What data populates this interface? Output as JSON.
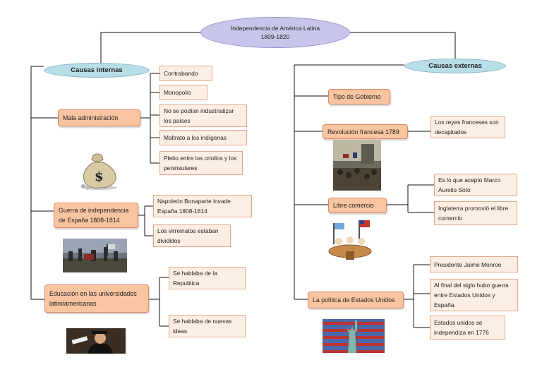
{
  "title": {
    "line1": "Independencia de América Latina",
    "line2": "1809-1820"
  },
  "internal": {
    "label": "Causas internas",
    "categories": [
      {
        "label": "Mala administración",
        "items": [
          "Contrabando",
          "Monopolio",
          "No se podían industrializar los países",
          "Maltrato a los indígenas",
          "Pleito entre los criollos y los peninsulares"
        ]
      },
      {
        "label": "Guerra de independencia de España 1808-1814",
        "items": [
          "Napoleón Bonaparte invade España 1808-1814",
          "Los virreinatos estaban divididos"
        ]
      },
      {
        "label": "Educación en las universidades latinoamericanas",
        "items": [
          "Se hablaba de la Republica",
          "Se hablaba de nuevas ideas"
        ]
      }
    ]
  },
  "external": {
    "label": "Causas externas",
    "categories": [
      {
        "label": "Tipo de Gobierno",
        "items": []
      },
      {
        "label": "Revolución francesa 1789",
        "items": [
          "Los reyes franceses son decapitados"
        ]
      },
      {
        "label": "Libre comercio",
        "items": [
          "Es lo que acepto Marco Aurelio Soto",
          "Inglaterra promovió el libre comercio"
        ]
      },
      {
        "label": "La política de Estados Unidos",
        "items": [
          "Presidente Jaime Monroe",
          "Al final del siglo hubo guerra entre Estados Unidos y España.",
          "Estados unidos se independiza en 1776"
        ]
      }
    ]
  },
  "images": [
    "money-bag",
    "battle-scene",
    "graduation",
    "revolution-painting",
    "trade-meeting",
    "statue-of-liberty"
  ]
}
